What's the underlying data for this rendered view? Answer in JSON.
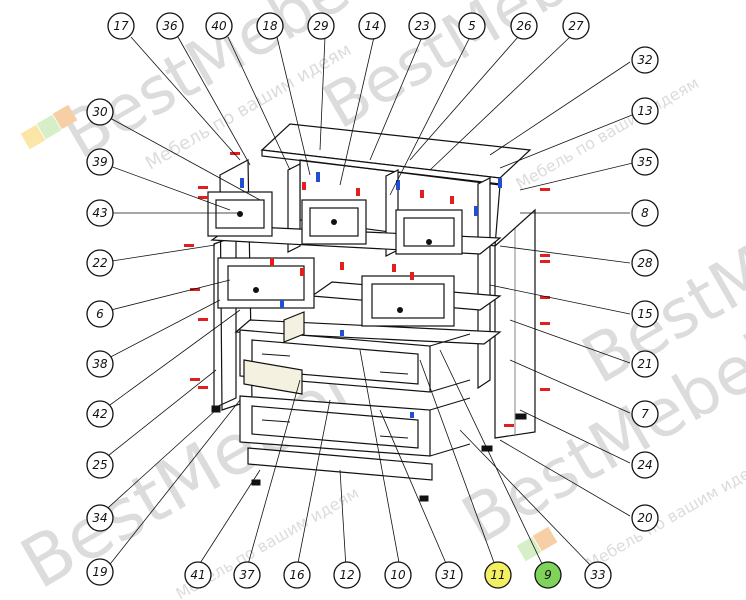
{
  "watermark": {
    "brand": "BestMebel",
    "tagline": "Мебель по вашим идеям"
  },
  "callouts": [
    {
      "id": "c17",
      "label": "17"
    },
    {
      "id": "c36",
      "label": "36"
    },
    {
      "id": "c40",
      "label": "40"
    },
    {
      "id": "c18",
      "label": "18"
    },
    {
      "id": "c29",
      "label": "29"
    },
    {
      "id": "c14",
      "label": "14"
    },
    {
      "id": "c23",
      "label": "23"
    },
    {
      "id": "c5",
      "label": "5"
    },
    {
      "id": "c26",
      "label": "26"
    },
    {
      "id": "c27",
      "label": "27"
    },
    {
      "id": "c32",
      "label": "32"
    },
    {
      "id": "c13",
      "label": "13"
    },
    {
      "id": "c35",
      "label": "35"
    },
    {
      "id": "c8",
      "label": "8"
    },
    {
      "id": "c28",
      "label": "28"
    },
    {
      "id": "c15",
      "label": "15"
    },
    {
      "id": "c21",
      "label": "21"
    },
    {
      "id": "c7",
      "label": "7"
    },
    {
      "id": "c24",
      "label": "24"
    },
    {
      "id": "c20",
      "label": "20"
    },
    {
      "id": "c33",
      "label": "33"
    },
    {
      "id": "c9",
      "label": "9"
    },
    {
      "id": "c11",
      "label": "11"
    },
    {
      "id": "c31",
      "label": "31"
    },
    {
      "id": "c10",
      "label": "10"
    },
    {
      "id": "c12",
      "label": "12"
    },
    {
      "id": "c16",
      "label": "16"
    },
    {
      "id": "c37",
      "label": "37"
    },
    {
      "id": "c41",
      "label": "41"
    },
    {
      "id": "c19",
      "label": "19"
    },
    {
      "id": "c34",
      "label": "34"
    },
    {
      "id": "c25",
      "label": "25"
    },
    {
      "id": "c42",
      "label": "42"
    },
    {
      "id": "c38",
      "label": "38"
    },
    {
      "id": "c6",
      "label": "6"
    },
    {
      "id": "c22",
      "label": "22"
    },
    {
      "id": "c43",
      "label": "43"
    },
    {
      "id": "c39",
      "label": "39"
    },
    {
      "id": "c30",
      "label": "30"
    }
  ],
  "colors": {
    "line": "#111111",
    "marker_red": "#e02020",
    "marker_blue": "#2050d0",
    "highlight_yellow": "#f3ef63",
    "highlight_green": "#7fd25a",
    "watermark": "#dcdcdc"
  }
}
